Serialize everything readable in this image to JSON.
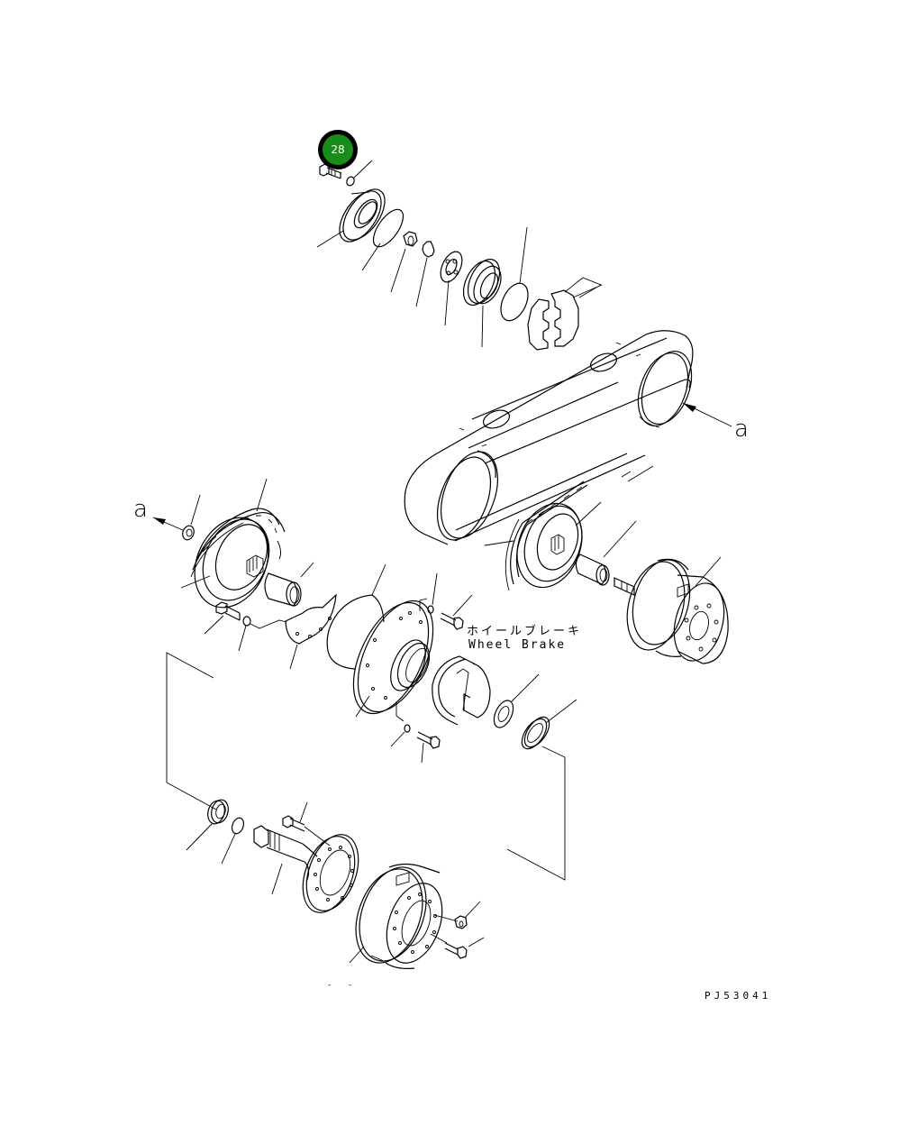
{
  "diagram": {
    "type": "exploded-parts-diagram",
    "subject": "Final drive chain case / wheel brake assembly",
    "callout_badge": {
      "number": "28",
      "color": "#1a8c1a",
      "ring_color": "#000000"
    },
    "reference_labels": {
      "a_right": "a",
      "a_left": "a"
    },
    "wheel_brake": {
      "label_jp": "ホイールブレーキ",
      "label_en": "Wheel Brake"
    },
    "drawing_code": "PJ53041",
    "stray_marks": "- -",
    "parts": [
      "bolt",
      "washer",
      "bearing-cover",
      "o-ring",
      "nut",
      "lock-washer",
      "bearing",
      "bearing-cage",
      "o-ring-large",
      "spacer-collar",
      "chain-case",
      "nut-left",
      "chain-left",
      "sprocket-left",
      "sleeve-left",
      "bolt-left",
      "washer-left",
      "gasket-plate",
      "o-ring-brake",
      "brake-housing",
      "washer-brake-upper",
      "bolt-brake-upper",
      "brake-shoe",
      "bearing-brake",
      "seal-brake",
      "washer-brake-lower",
      "bolt-brake-lower",
      "chain-right",
      "sprocket-right",
      "sleeve-right",
      "hub-right",
      "seal-lower",
      "o-ring-lower",
      "bolt-lower",
      "axle-shaft",
      "brake-drum",
      "nut-lower",
      "bolt-drum"
    ]
  }
}
